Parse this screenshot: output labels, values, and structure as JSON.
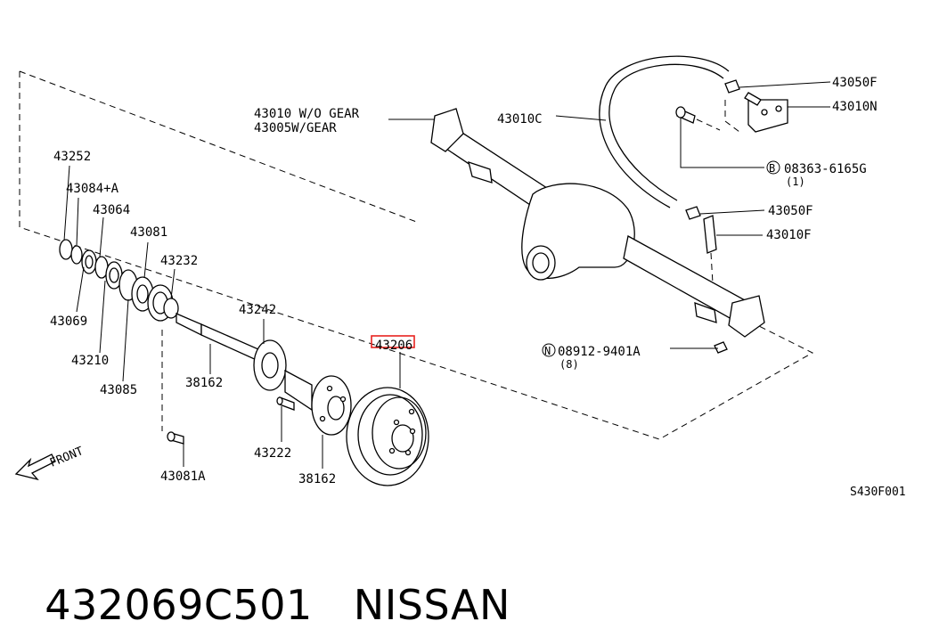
{
  "callouts": {
    "p43252": "43252",
    "p43084a": "43084+A",
    "p43064": "43064",
    "p43081": "43081",
    "p43232": "43232",
    "p43069": "43069",
    "p43210": "43210",
    "p43085": "43085",
    "p43242": "43242",
    "p38162a": "38162",
    "p38162b": "38162",
    "p43222": "43222",
    "p43081a": "43081A",
    "p43206": "43206",
    "p43010wo": "43010 W/O GEAR",
    "p43005w": "43005W/GEAR",
    "p43010c": "43010C",
    "p43050f_top": "43050F",
    "p43010n": "43010N",
    "p08363": "08363-6165G",
    "p08363_qty": "(1)",
    "p43050f_mid": "43050F",
    "p43010f": "43010F",
    "p08912": "08912-9401A",
    "p08912_qty": "(8)"
  },
  "symbols": {
    "bolt_prefix": "B",
    "nut_prefix": "N"
  },
  "front_label": "FRONT",
  "figure_code": "S430F001",
  "highlight_color": "#e8231f",
  "footer": {
    "part_number": "432069C501",
    "brand": "NISSAN"
  }
}
